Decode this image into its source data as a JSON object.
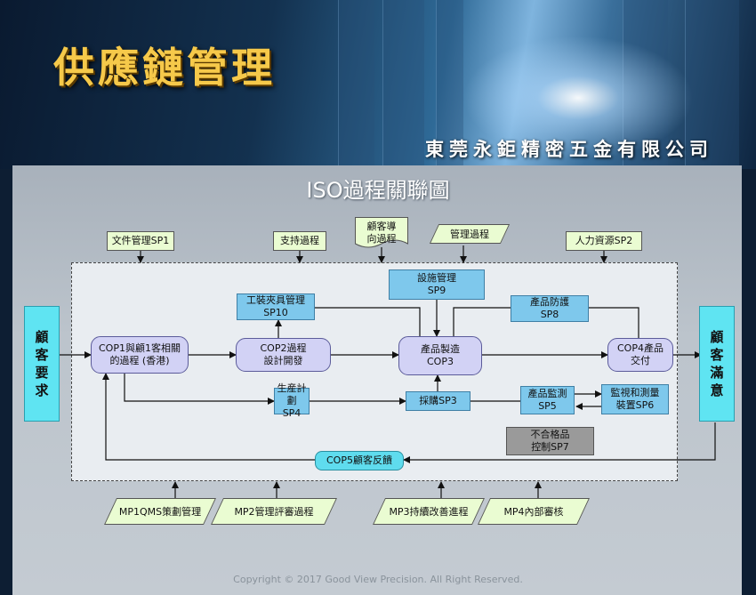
{
  "header": {
    "title": "供應鏈管理",
    "company": "東莞永鉅精密五金有限公司"
  },
  "panel": {
    "title": "ISO過程關聯圖",
    "copyright": "Copyright © 2017 Good View Precision. All Right Reserved."
  },
  "side": {
    "left": "顧\n客\n要\n求",
    "right": "顧\n客\n滿\n意"
  },
  "support": {
    "sp1": "文件管理SP1",
    "support": "支持過程",
    "customer_oriented": "顧客導\n向過程",
    "management": "管理過程",
    "sp2": "人力資源SP2"
  },
  "core": {
    "cop1": "COP1與顧1客相關\n的過程 (香港)",
    "cop2": "COP2過程\n設計開發",
    "cop3": "產品製造\nCOP3",
    "cop4": "COP4產品\n交付",
    "cop5": "COP5顧客反饋"
  },
  "process": {
    "sp10": "工裝夾具管理\nSP10",
    "sp9": "設施管理\nSP9",
    "sp8": "產品防護\nSP8",
    "sp4": "生産計劃\nSP4",
    "sp3": "採購SP3",
    "sp5": "產品監測\nSP5",
    "sp6": "監視和測量\n裝置SP6",
    "sp7": "不合格品\n控制SP7"
  },
  "management_processes": {
    "mp1": "MP1QMS策劃管理",
    "mp2": "MP2管理評審過程",
    "mp3": "MP3持續改善進程",
    "mp4": "MP4內部審核"
  },
  "colors": {
    "title_gold": "#f6c94a",
    "sky_box": "#7ec8ec",
    "pill_box": "#d2d2f5",
    "green_box": "#eafcd2",
    "side_cyan": "#5fe4f2"
  }
}
